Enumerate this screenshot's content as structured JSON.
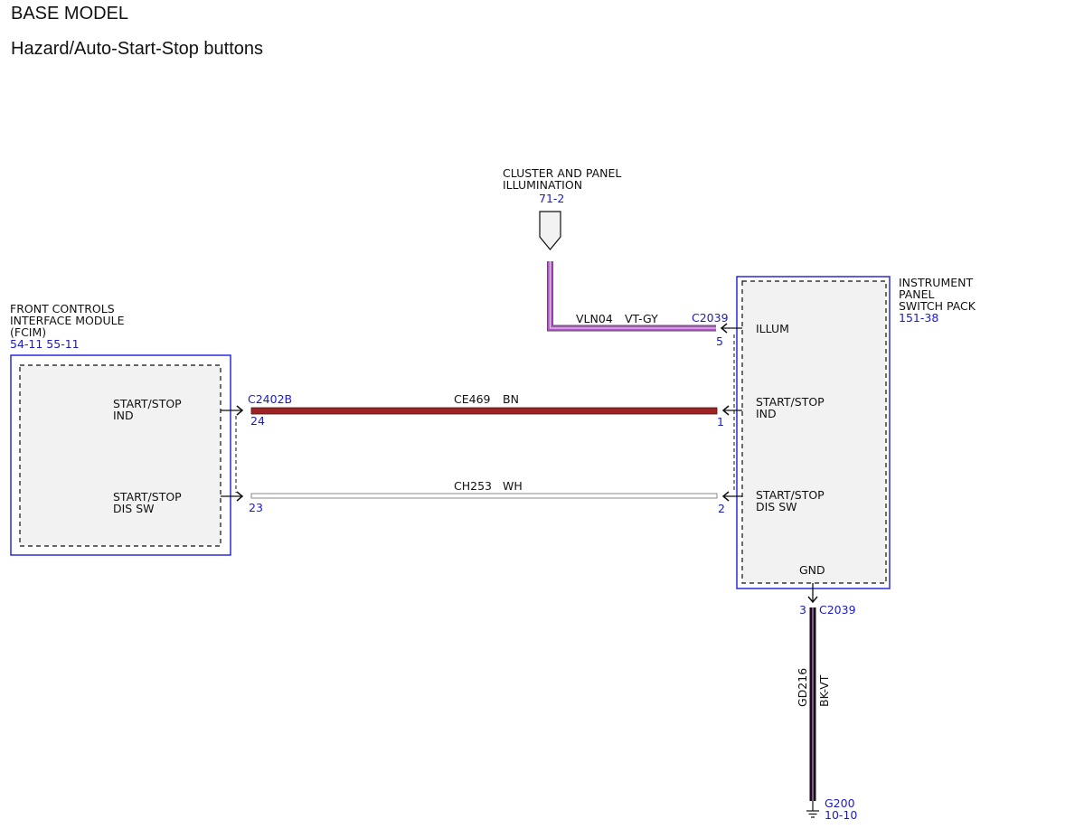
{
  "header": {
    "title": "BASE MODEL",
    "subtitle": "Hazard/Auto-Start-Stop buttons"
  },
  "illumination_source": {
    "name_line1": "CLUSTER AND PANEL",
    "name_line2": "ILLUMINATION",
    "ref": "71-2"
  },
  "fcim": {
    "name_line1": "FRONT CONTROLS",
    "name_line2": "INTERFACE MODULE",
    "name_line3": "(FCIM)",
    "ref": "54-11 55-11",
    "connector": "C2402B",
    "pins": [
      {
        "label_line1": "START/STOP",
        "label_line2": "IND",
        "pin": "24"
      },
      {
        "label_line1": "START/STOP",
        "label_line2": "DIS SW",
        "pin": "23"
      }
    ]
  },
  "switch_pack": {
    "name_line1": "INSTRUMENT",
    "name_line2": "PANEL",
    "name_line3": "SWITCH PACK",
    "ref": "151-38",
    "connector": "C2039",
    "pins": [
      {
        "label_line1": "ILLUM",
        "label_line2": "",
        "pin": "5"
      },
      {
        "label_line1": "START/STOP",
        "label_line2": "IND",
        "pin": "1"
      },
      {
        "label_line1": "START/STOP",
        "label_line2": "DIS SW",
        "pin": "2"
      }
    ],
    "gnd": {
      "label": "GND",
      "pin": "3",
      "connector": "C2039"
    }
  },
  "wires": [
    {
      "circuit": "VLN04",
      "color_code": "VT-GY",
      "stripe_colors": [
        "#b455c8",
        "#c77ad6"
      ]
    },
    {
      "circuit": "CE469",
      "color_code": "BN",
      "stripe_colors": [
        "#8b1a1a",
        "#b03030"
      ]
    },
    {
      "circuit": "CH253",
      "color_code": "WH",
      "stripe_colors": [
        "#9a9a9a",
        "#ffffff"
      ]
    },
    {
      "circuit": "GD216",
      "color_code": "BK-VT",
      "stripe_colors": [
        "#000000",
        "#c070d0"
      ]
    }
  ],
  "ground": {
    "name": "G200",
    "ref": "10-10"
  },
  "colors": {
    "accent_blue": "#1a1ad0",
    "module_fill": "#f2f2f2"
  }
}
